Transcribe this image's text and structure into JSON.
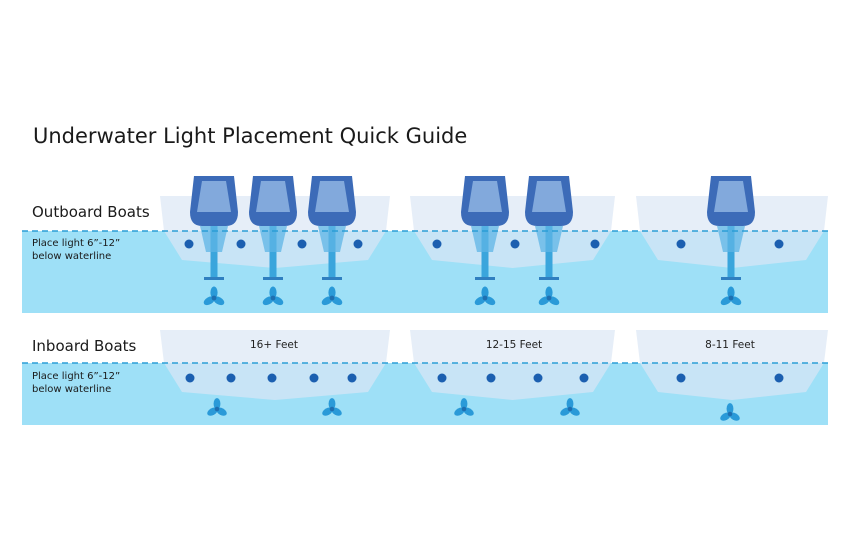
{
  "title": "Underwater Light Placement Quick Guide",
  "outboard": {
    "label": "Outboard Boats",
    "note_line1": "Place light 6”-12”",
    "note_line2": "below waterline"
  },
  "inboard": {
    "label": "Inboard Boats",
    "note_line1": "Place light 6”-12”",
    "note_line2": "below waterline",
    "sizes": [
      "16+ Feet",
      "12-15 Feet",
      "8-11 Feet"
    ]
  },
  "colors": {
    "water": "#9ee0f7",
    "water_dark": "#7fd0f0",
    "hull_above": "#e6eef8",
    "hull_below": "#c8e4f6",
    "waterline": "#2b9ed6",
    "light": "#1b5fb0",
    "motor_dark": "#3c6bb8",
    "motor_light": "#8ab0e0",
    "shaft": "#3aa5dc",
    "propeller": "#2a9ad8"
  }
}
